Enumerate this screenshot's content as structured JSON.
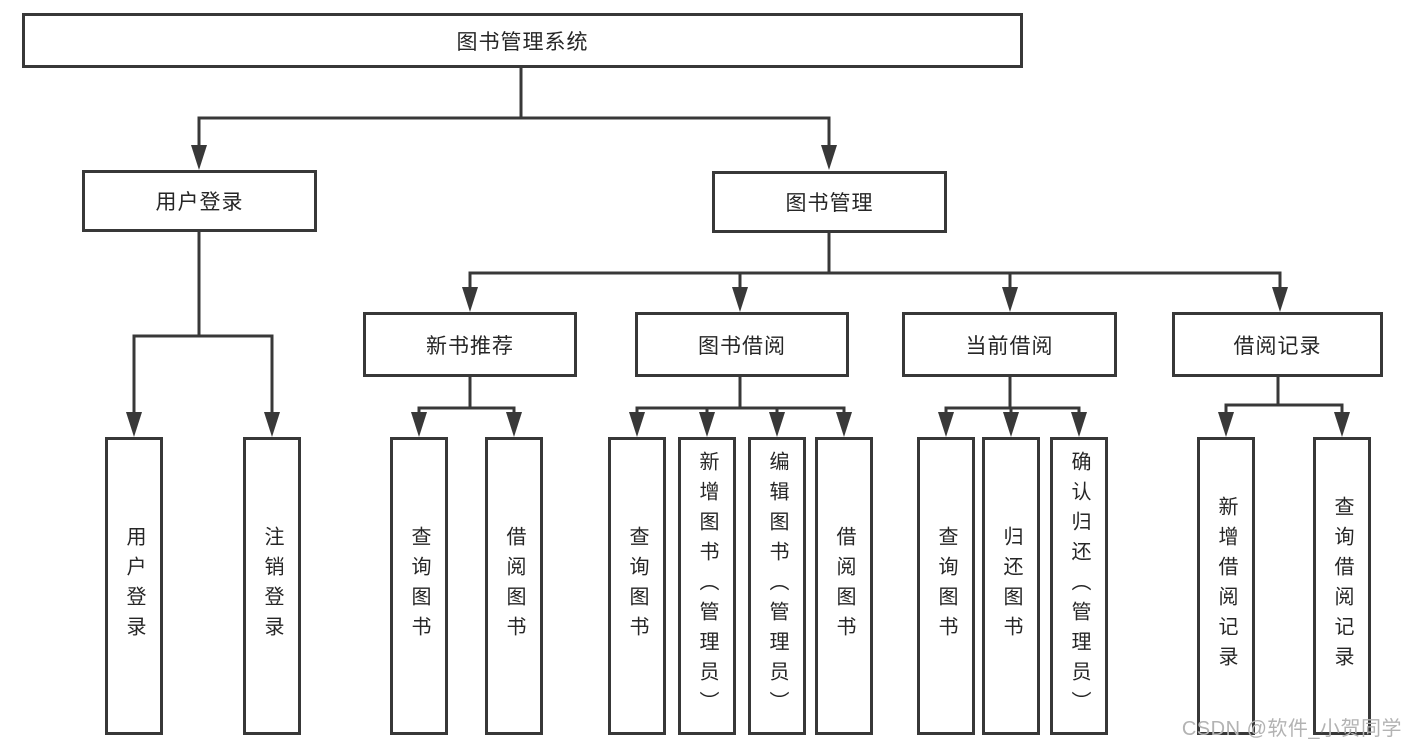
{
  "colors": {
    "line": "#383838",
    "box_border": "#383838",
    "box_fill": "#ffffff",
    "label_text": "#262626",
    "watermark_text": "#b3b3b3"
  },
  "tree": {
    "root": {
      "label": "图书管理系统",
      "children": [
        {
          "label": "用户登录",
          "children": [
            {
              "label": "用户登录"
            },
            {
              "label": "注销登录"
            }
          ]
        },
        {
          "label": "图书管理",
          "children": [
            {
              "label": "新书推荐",
              "children": [
                {
                  "label": "查询图书"
                },
                {
                  "label": "借阅图书"
                }
              ]
            },
            {
              "label": "图书借阅",
              "children": [
                {
                  "label": "查询图书"
                },
                {
                  "label": "新增图书（管理员）"
                },
                {
                  "label": "编辑图书（管理员）"
                },
                {
                  "label": "借阅图书"
                }
              ]
            },
            {
              "label": "当前借阅",
              "children": [
                {
                  "label": "查询图书"
                },
                {
                  "label": "归还图书"
                },
                {
                  "label": "确认归还（管理员）"
                }
              ]
            },
            {
              "label": "借阅记录",
              "children": [
                {
                  "label": "新增借阅记录"
                },
                {
                  "label": "查询借阅记录"
                }
              ]
            }
          ]
        }
      ]
    }
  },
  "watermark": {
    "text": "CSDN @软件_小贺同学"
  }
}
